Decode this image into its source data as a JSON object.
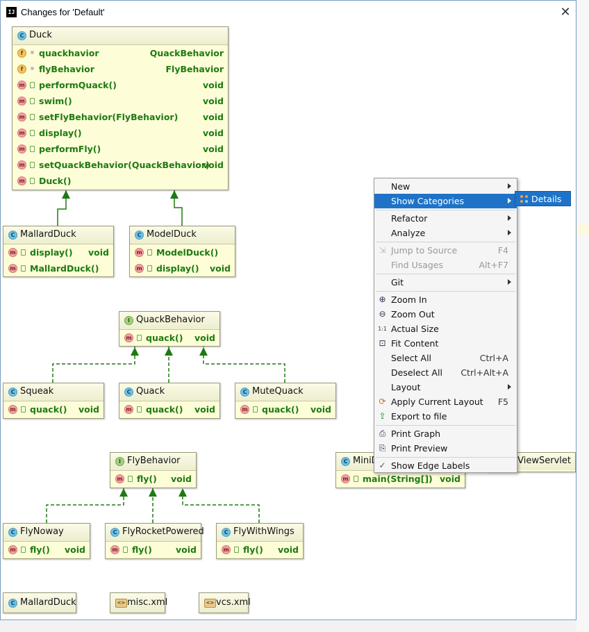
{
  "window": {
    "title": "Changes for 'Default'",
    "app_icon": "IJ",
    "close_glyph": "✕"
  },
  "icons": {
    "class": "C",
    "interface": "I",
    "method": "m",
    "field": "f"
  },
  "nodes": {
    "duck": {
      "name": "Duck",
      "rows": [
        {
          "kind": "field",
          "name": "quackhavior",
          "type": "QuackBehavior"
        },
        {
          "kind": "field",
          "name": "flyBehavior",
          "type": "FlyBehavior"
        },
        {
          "kind": "method",
          "name": "performQuack()",
          "type": "void"
        },
        {
          "kind": "method",
          "name": "swim()",
          "type": "void"
        },
        {
          "kind": "method",
          "name": "setFlyBehavior(FlyBehavior)",
          "type": "void"
        },
        {
          "kind": "method",
          "name": "display()",
          "type": "void"
        },
        {
          "kind": "method",
          "name": "performFly()",
          "type": "void"
        },
        {
          "kind": "method",
          "name": "setQuackBehavior(QuackBehavior)",
          "type": "void"
        },
        {
          "kind": "method",
          "name": "Duck()",
          "type": ""
        }
      ]
    },
    "mallard": {
      "name": "MallardDuck",
      "rows": [
        {
          "name": "display()",
          "type": "void"
        },
        {
          "name": "MallardDuck()",
          "type": ""
        }
      ]
    },
    "model": {
      "name": "ModelDuck",
      "rows": [
        {
          "name": "ModelDuck()",
          "type": ""
        },
        {
          "name": "display()",
          "type": "void"
        }
      ]
    },
    "quackbehavior": {
      "name": "QuackBehavior",
      "rows": [
        {
          "name": "quack()",
          "type": "void"
        }
      ]
    },
    "squeak": {
      "name": "Squeak",
      "rows": [
        {
          "name": "quack()",
          "type": "void"
        }
      ]
    },
    "quack": {
      "name": "Quack",
      "rows": [
        {
          "name": "quack()",
          "type": "void"
        }
      ]
    },
    "mutequack": {
      "name": "MuteQuack",
      "rows": [
        {
          "name": "quack()",
          "type": "void"
        }
      ]
    },
    "flybehavior": {
      "name": "FlyBehavior",
      "rows": [
        {
          "name": "fly()",
          "type": "void"
        }
      ]
    },
    "flynoway": {
      "name": "FlyNoway",
      "rows": [
        {
          "name": "fly()",
          "type": "void"
        }
      ]
    },
    "flyrocket": {
      "name": "FlyRocketPowered",
      "rows": [
        {
          "name": "fly()",
          "type": "void"
        }
      ]
    },
    "flywings": {
      "name": "FlyWithWings",
      "rows": [
        {
          "name": "fly()",
          "type": "void"
        }
      ]
    },
    "minid": {
      "name": "MiniD",
      "rows": [
        {
          "name": "main(String[])",
          "type": "void"
        }
      ]
    },
    "servlet": {
      "name": "DJViewServlet"
    }
  },
  "chips": {
    "mallard": "MallardDuck",
    "misc": "misc.xml",
    "vcs": "vcs.xml",
    "xml_icon": "<>"
  },
  "menu": {
    "items": [
      {
        "label": "New",
        "submenu": true
      },
      {
        "label": "Show Categories",
        "submenu": true,
        "selected": true
      },
      {
        "label": "Refactor",
        "submenu": true
      },
      {
        "label": "Analyze",
        "submenu": true
      },
      {
        "label": "Jump to Source",
        "shortcut": "F4",
        "disabled": true
      },
      {
        "label": "Find Usages",
        "shortcut": "Alt+F7",
        "disabled": true
      },
      {
        "label": "Git",
        "submenu": true
      },
      {
        "label": "Zoom In"
      },
      {
        "label": "Zoom Out"
      },
      {
        "label": "Actual Size"
      },
      {
        "label": "Fit Content"
      },
      {
        "label": "Select All",
        "shortcut": "Ctrl+A"
      },
      {
        "label": "Deselect All",
        "shortcut": "Ctrl+Alt+A"
      },
      {
        "label": "Layout",
        "submenu": true
      },
      {
        "label": "Apply Current Layout",
        "shortcut": "F5"
      },
      {
        "label": "Export to file"
      },
      {
        "label": "Print Graph"
      },
      {
        "label": "Print Preview"
      },
      {
        "label": "Show Edge Labels",
        "checked": true
      }
    ],
    "icons": {
      "jump": "⇲",
      "zoom_in": "⊕",
      "zoom_out": "⊖",
      "actual": "1:1",
      "fit": "⊡",
      "apply": "⟳",
      "export": "⇪",
      "print": "⎙",
      "preview": "⎘",
      "check": "✓"
    }
  },
  "submenu": {
    "label": "Details"
  },
  "colors": {
    "accent": "#1e73c8",
    "member_text": "#1e7a12",
    "node_bg": "#fdfdd8",
    "edge": "#1e7a12"
  }
}
